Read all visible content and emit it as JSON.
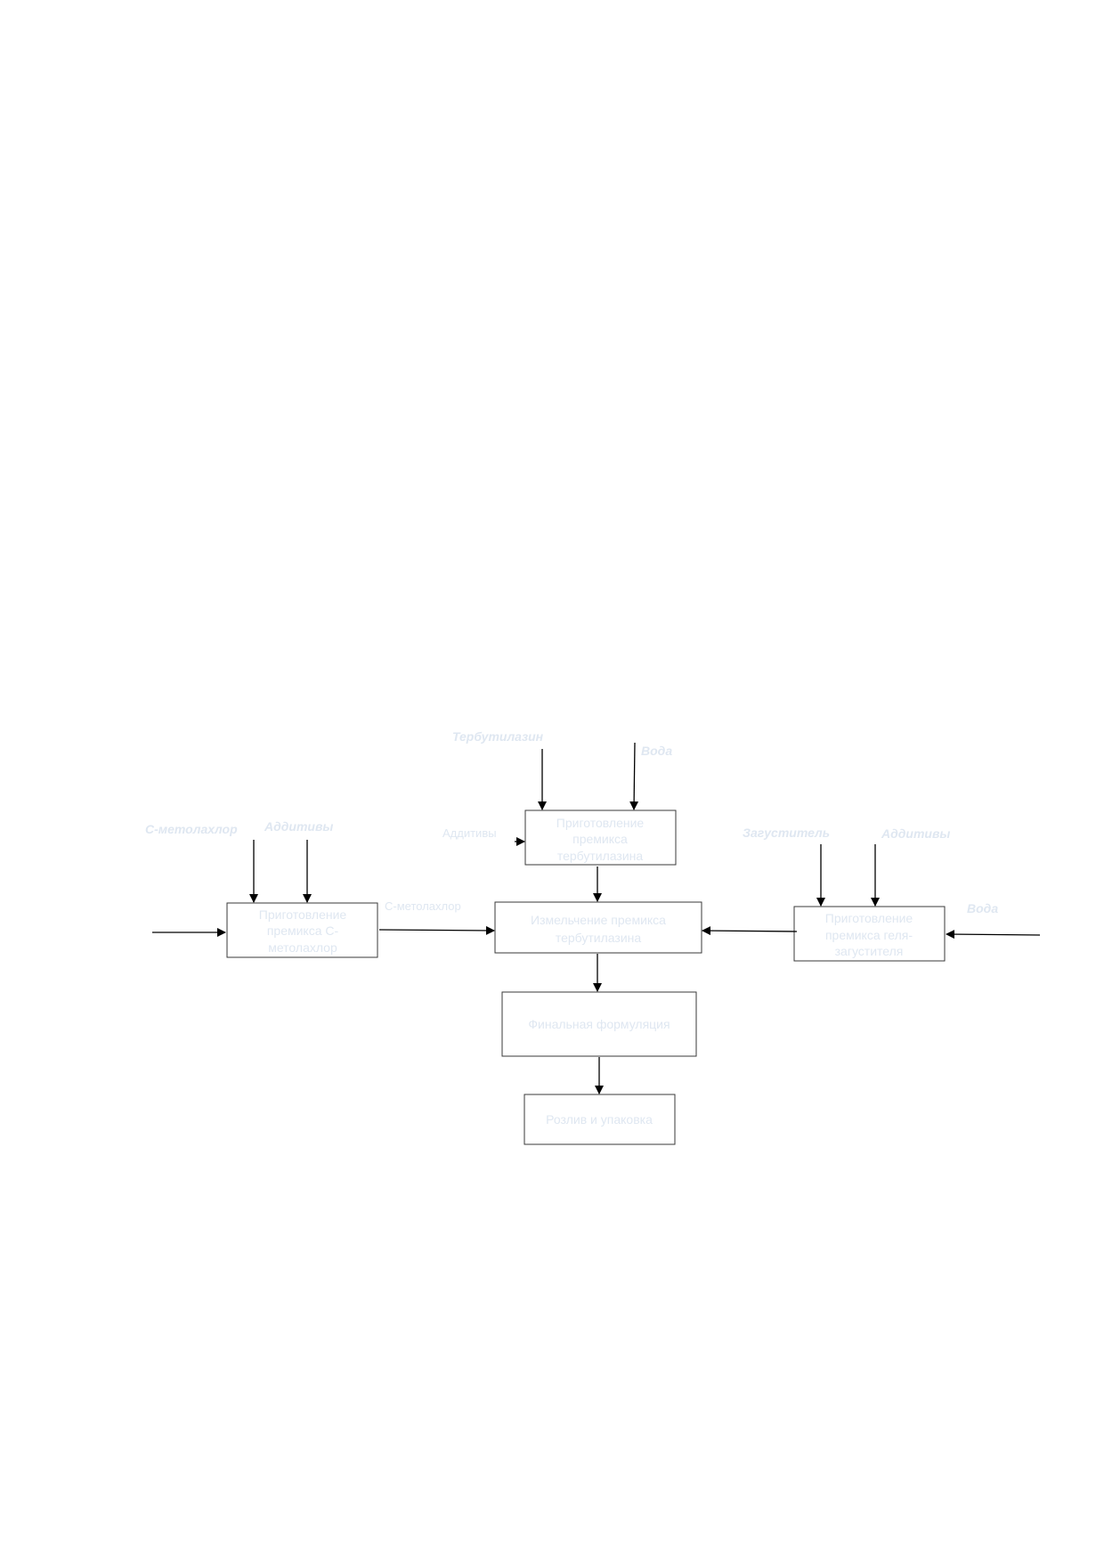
{
  "diagram": {
    "nodes": {
      "terb_premix": [
        "Приготовление",
        "премикса",
        "тербутилазина"
      ],
      "cmet_premix": [
        "Приготовление",
        "премикса С-",
        "метолахлор"
      ],
      "milling": [
        "Измельчение  премикса",
        "тербутилазина"
      ],
      "gel_premix": [
        "Приготовление",
        "премикса геля-",
        "загустителя"
      ],
      "final": [
        "Финальная формуляция"
      ],
      "packing": [
        "Розлив и упаковка"
      ]
    },
    "labels": {
      "terbutylazine": "Тербутилазин",
      "water_top": "Вода",
      "additives_terb": "Аддитивы",
      "cmetolachlor_in": "С-метолахлор",
      "additives_left": "Аддитивы",
      "cmetolachlor_flow": "С-метолахлор",
      "thickener": "Загуститель",
      "additives_right": "Аддитивы",
      "water_right": "Вода"
    }
  }
}
